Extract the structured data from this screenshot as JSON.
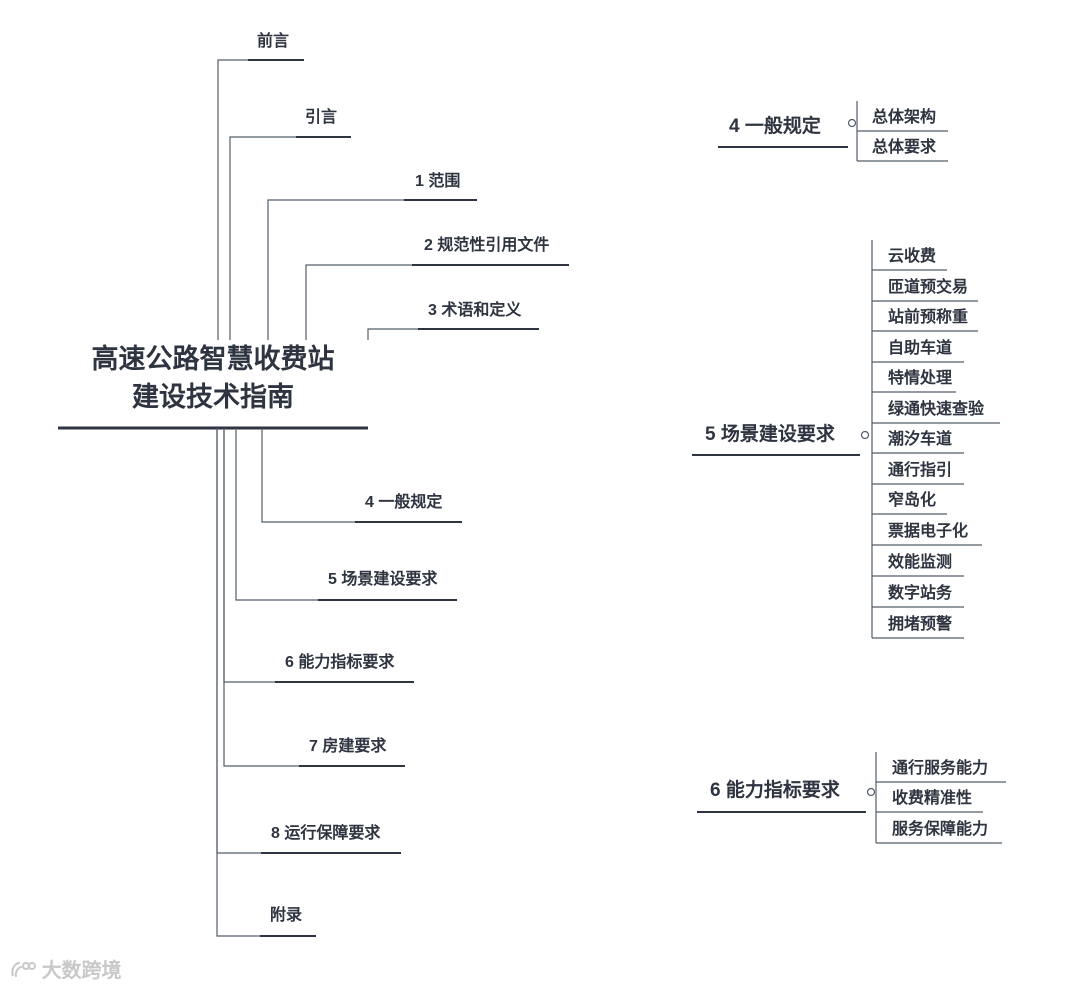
{
  "root": {
    "line1": "高速公路智慧收费站",
    "line2": "建设技术指南"
  },
  "chapters": [
    {
      "label": "前言"
    },
    {
      "label": "引言"
    },
    {
      "label": "1 范围"
    },
    {
      "label": "2 规范性引用文件"
    },
    {
      "label": "3 术语和定义"
    },
    {
      "label": "4 一般规定"
    },
    {
      "label": "5 场景建设要求"
    },
    {
      "label": "6 能力指标要求"
    },
    {
      "label": "7 房建要求"
    },
    {
      "label": "8 运行保障要求"
    },
    {
      "label": "附录"
    }
  ],
  "groups": [
    {
      "title": "4 一般规定",
      "items": [
        "总体架构",
        "总体要求"
      ]
    },
    {
      "title": "5 场景建设要求",
      "items": [
        "云收费",
        "匝道预交易",
        "站前预称重",
        "自助车道",
        "特情处理",
        "绿通快速查验",
        "潮汐车道",
        "通行指引",
        "窄岛化",
        "票据电子化",
        "效能监测",
        "数字站务",
        "拥堵预警"
      ]
    },
    {
      "title": "6 能力指标要求",
      "items": [
        "通行服务能力",
        "收费精准性",
        "服务保障能力"
      ]
    }
  ],
  "watermark": "大数跨境",
  "colors": {
    "line": "#2e3440",
    "branch": "#555d6b",
    "text": "#2e3440",
    "watermark": "#c8c8c8"
  }
}
